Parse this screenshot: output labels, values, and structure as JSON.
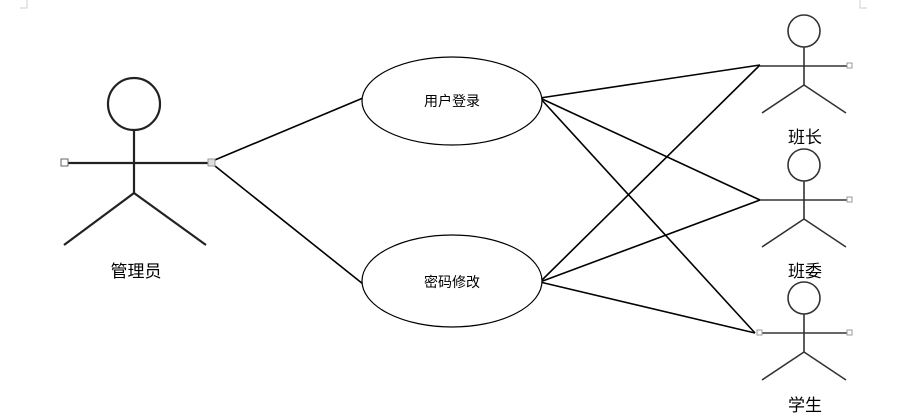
{
  "actors": {
    "admin": {
      "label": "管理员"
    },
    "monitor": {
      "label": "班长"
    },
    "committee": {
      "label": "班委"
    },
    "student": {
      "label": "学生"
    }
  },
  "usecases": {
    "login": {
      "label": "用户登录"
    },
    "password": {
      "label": "密码修改"
    }
  },
  "associations": [
    [
      "admin",
      "login"
    ],
    [
      "admin",
      "password"
    ],
    [
      "login",
      "monitor"
    ],
    [
      "login",
      "committee"
    ],
    [
      "login",
      "student"
    ],
    [
      "password",
      "monitor"
    ],
    [
      "password",
      "committee"
    ],
    [
      "password",
      "student"
    ]
  ]
}
